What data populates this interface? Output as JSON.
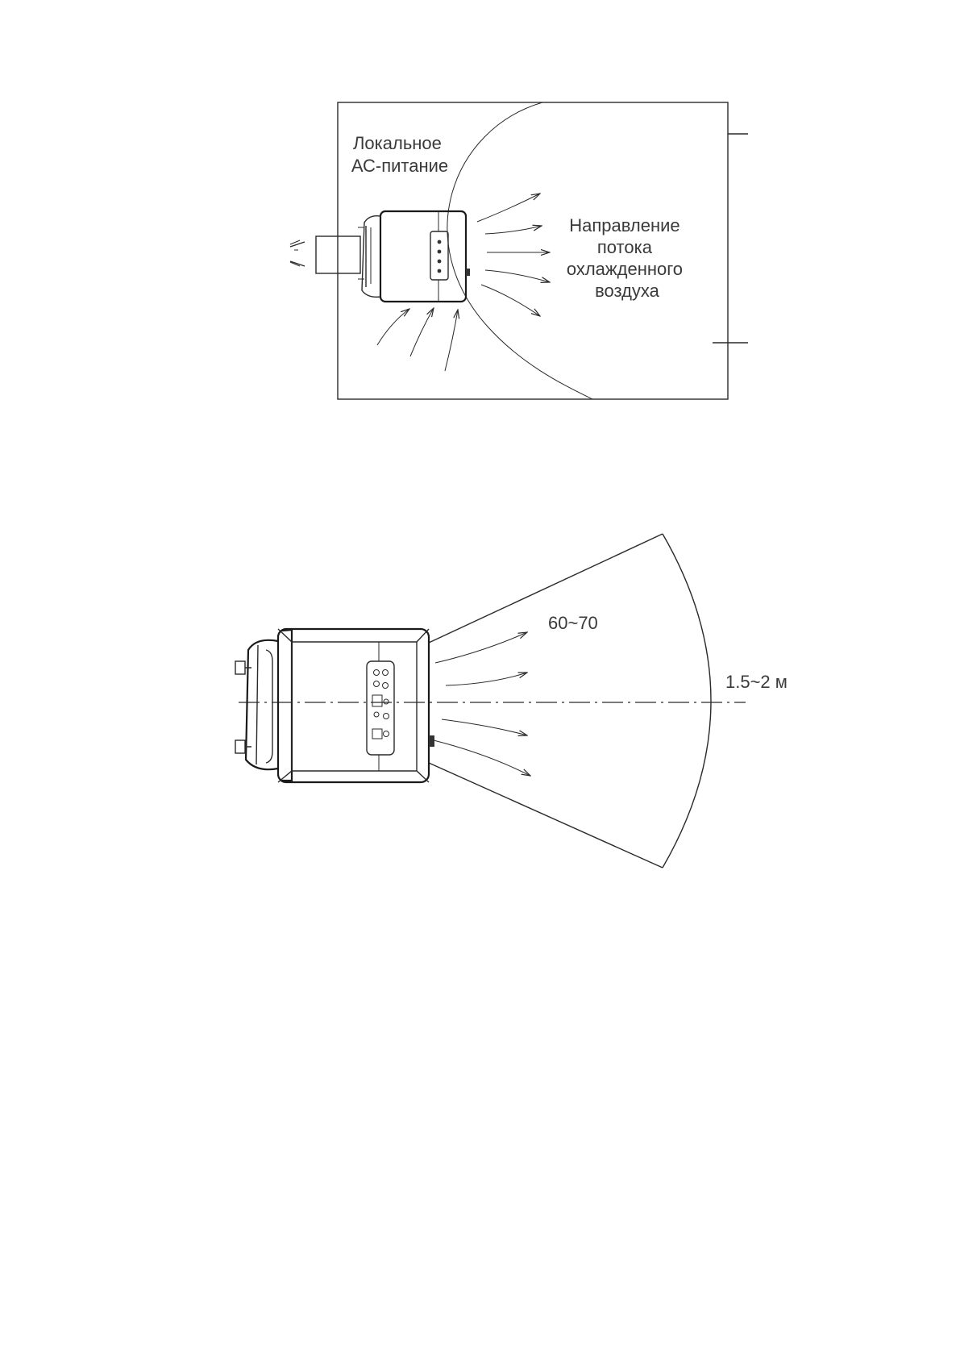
{
  "figure1": {
    "label_power_line1": "Локальное",
    "label_power_line2": "АС-питание",
    "label_flow_line1": "Направление",
    "label_flow_line2": "потока",
    "label_flow_line3": "охлажденного",
    "label_flow_line4": "воздуха"
  },
  "figure2": {
    "angle_label": "60~70",
    "distance_label": "1.5~2 м"
  }
}
